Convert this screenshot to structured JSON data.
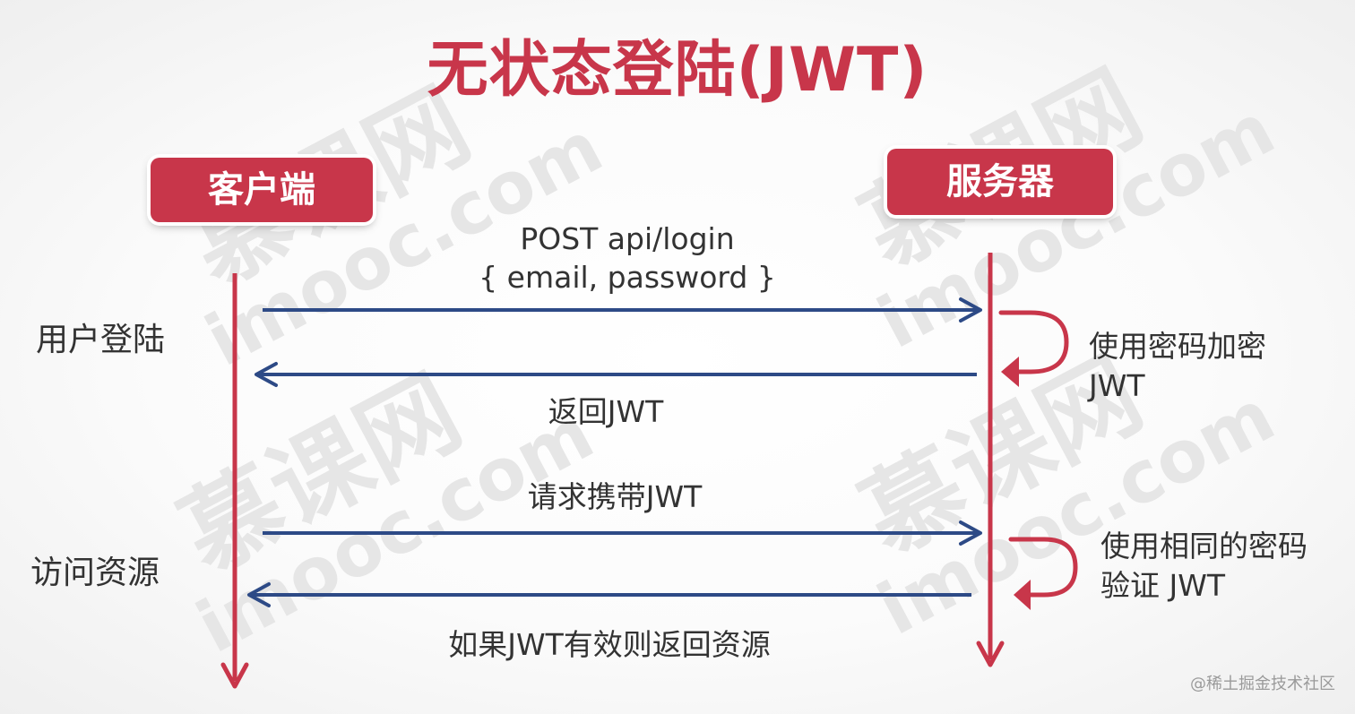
{
  "title": "无状态登陆(JWT)",
  "actors": {
    "client": "客户端",
    "server": "服务器"
  },
  "phases": {
    "login": "用户登陆",
    "access": "访问资源"
  },
  "messages": {
    "login_request_line1": "POST api/login",
    "login_request_line2": "{ email, password }",
    "login_response": "返回JWT",
    "access_request": "请求携带JWT",
    "access_response": "如果JWT有效则返回资源"
  },
  "notes": {
    "sign_line1": "使用密码加密",
    "sign_line2": "JWT",
    "verify_line1": "使用相同的密码",
    "verify_line2": "验证 JWT"
  },
  "watermark": {
    "text_cn": "慕课网",
    "text_en": "imooc.com"
  },
  "credit": "@稀土掘金技术社区",
  "colors": {
    "accent": "#c8364a",
    "arrow": "#2d4a86",
    "text": "#333333"
  }
}
